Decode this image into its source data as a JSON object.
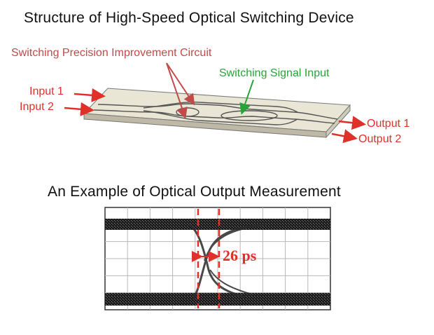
{
  "titles": {
    "device": "Structure of High-Speed Optical Switching Device",
    "measurement": "An Example of Optical Output Measurement"
  },
  "labels": {
    "circuit": "Switching Precision Improvement Circuit",
    "signal": "Switching Signal Input",
    "input1": "Input 1",
    "input2": "Input 2",
    "output1": "Output 1",
    "output2": "Output 2"
  },
  "measurement": {
    "transition_label": "26 ps"
  },
  "colors": {
    "arrow_red": "#e0302a",
    "annotation_red": "#c24a4a",
    "signal_green": "#2aa33a",
    "trace_dark": "#1a1a1a"
  }
}
